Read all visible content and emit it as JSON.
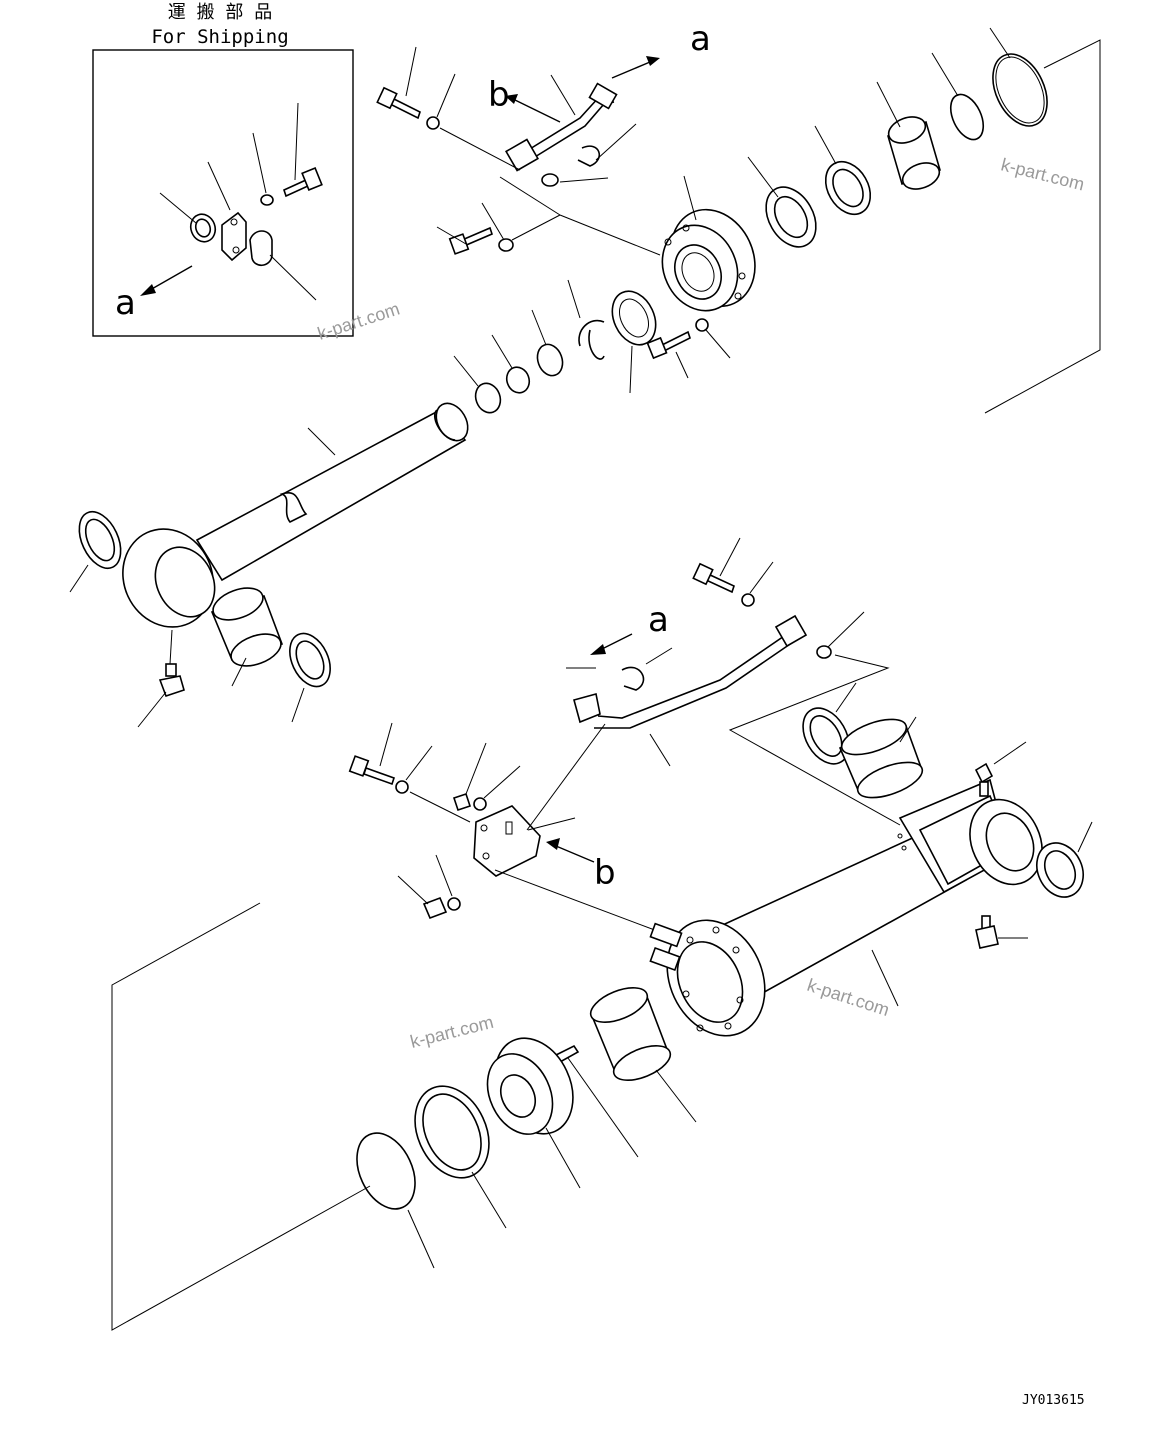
{
  "shipping_box": {
    "title_jp": "運 搬 部 品",
    "title_en": "For Shipping"
  },
  "view_letters": {
    "a_top": "a",
    "b_top": "b",
    "a_box": "a",
    "a_middle": "a",
    "b_middle": "b"
  },
  "watermarks": [
    "k-part.com",
    "k-part.com",
    "k-part.com",
    "k-part.com"
  ],
  "drawing_code": "JY013615"
}
